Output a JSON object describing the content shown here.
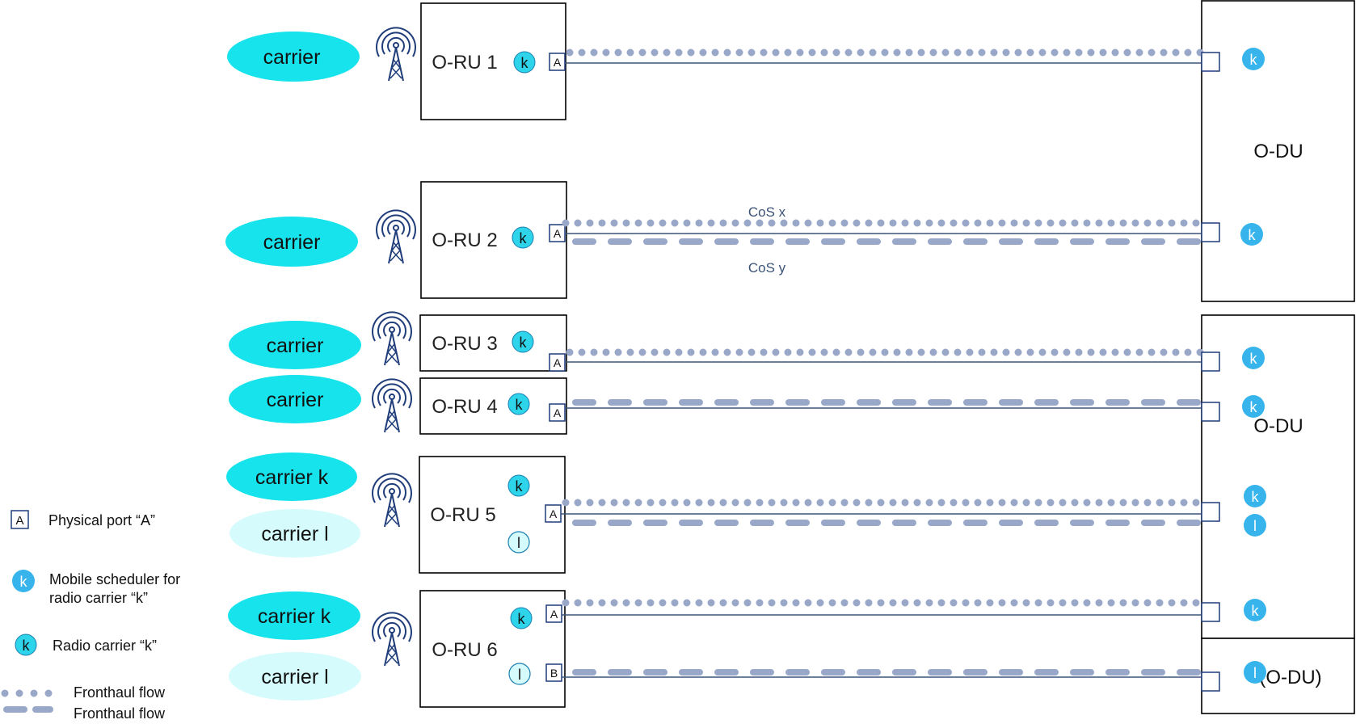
{
  "colors": {
    "carrier_fill": "#17e3ec",
    "carrier_light_fill": "#d5fbfd",
    "scheduler_fill": "#38b4ec",
    "radio_fill": "#2dd4ea",
    "flow": "#99a8c8",
    "line": "#3c5378",
    "antenna": "#1f3d7a",
    "box": "#000000"
  },
  "rus": [
    {
      "label": "O-RU 1",
      "carriers": [
        "carrier"
      ],
      "radio_symbols": [
        "k"
      ],
      "ports": [
        "A"
      ]
    },
    {
      "label": "O-RU 2",
      "carriers": [
        "carrier"
      ],
      "radio_symbols": [
        "k"
      ],
      "ports": [
        "A"
      ]
    },
    {
      "label": "O-RU 3",
      "carriers": [
        "carrier"
      ],
      "radio_symbols": [
        "k"
      ],
      "ports": [
        "A"
      ]
    },
    {
      "label": "O-RU 4",
      "carriers": [
        "carrier"
      ],
      "radio_symbols": [
        "k"
      ],
      "ports": [
        "A"
      ]
    },
    {
      "label": "O-RU 5",
      "carriers": [
        "carrier k",
        "carrier l"
      ],
      "radio_symbols": [
        "k",
        "l"
      ],
      "ports": [
        "A"
      ]
    },
    {
      "label": "O-RU 6",
      "carriers": [
        "carrier k",
        "carrier l"
      ],
      "radio_symbols": [
        "k",
        "l"
      ],
      "ports": [
        "A",
        "B"
      ]
    }
  ],
  "dus": [
    {
      "label": "O-DU",
      "scheduler_symbols": [
        "k",
        "k"
      ]
    },
    {
      "label": "O-DU",
      "scheduler_symbols": [
        "k",
        "k",
        "k",
        "l",
        "k"
      ]
    },
    {
      "label": "(O-DU)",
      "scheduler_symbols": [
        "l"
      ]
    }
  ],
  "flow_labels": {
    "cos_x": "CoS x",
    "cos_y": "CoS y"
  },
  "legend": {
    "port_symbol": "A",
    "port_text": "Physical port “A”",
    "scheduler_symbol": "k",
    "scheduler_text_line1": "Mobile scheduler for",
    "scheduler_text_line2": "radio carrier “k”",
    "radio_symbol": "k",
    "radio_text": "Radio carrier “k”",
    "flow_dotted_text": "Fronthaul flow",
    "flow_dashed_text": "Fronthaul flow"
  }
}
